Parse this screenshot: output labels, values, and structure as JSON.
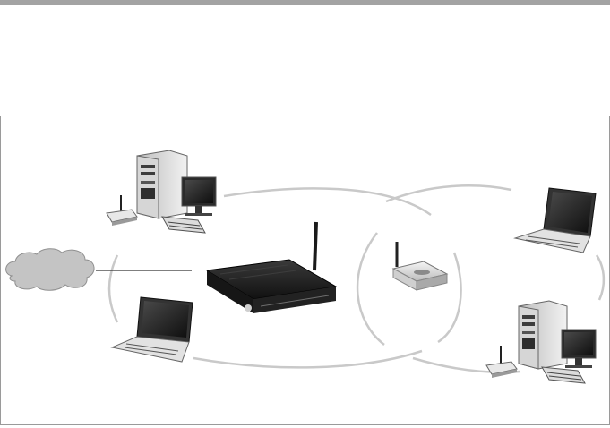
{
  "colors": {
    "top_rule": "#a3a3a3",
    "frame_border": "#9a9a9a",
    "ring": "#c9c9c9",
    "cloud": "#c4c4c4",
    "device_dark": "#1e1e1e",
    "device_light": "#e6e6e6"
  },
  "diagram": {
    "nodes": [
      {
        "id": "internet",
        "icon": "cloud-icon"
      },
      {
        "id": "router",
        "icon": "wireless-router-icon"
      },
      {
        "id": "access-point",
        "icon": "wireless-access-point-icon"
      },
      {
        "id": "desktop-left",
        "icon": "desktop-computer-icon"
      },
      {
        "id": "adapter-left",
        "icon": "wireless-adapter-icon"
      },
      {
        "id": "laptop-left",
        "icon": "laptop-icon"
      },
      {
        "id": "laptop-right",
        "icon": "laptop-icon"
      },
      {
        "id": "desktop-right",
        "icon": "desktop-computer-icon"
      },
      {
        "id": "adapter-right",
        "icon": "wireless-adapter-icon"
      }
    ],
    "links": [
      {
        "from": "internet",
        "to": "router",
        "kind": "wired"
      }
    ],
    "wireless_zones": [
      {
        "center": "router",
        "members": [
          "desktop-left",
          "laptop-left",
          "access-point"
        ]
      },
      {
        "center": "access-point",
        "members": [
          "laptop-right",
          "desktop-right"
        ]
      }
    ]
  }
}
